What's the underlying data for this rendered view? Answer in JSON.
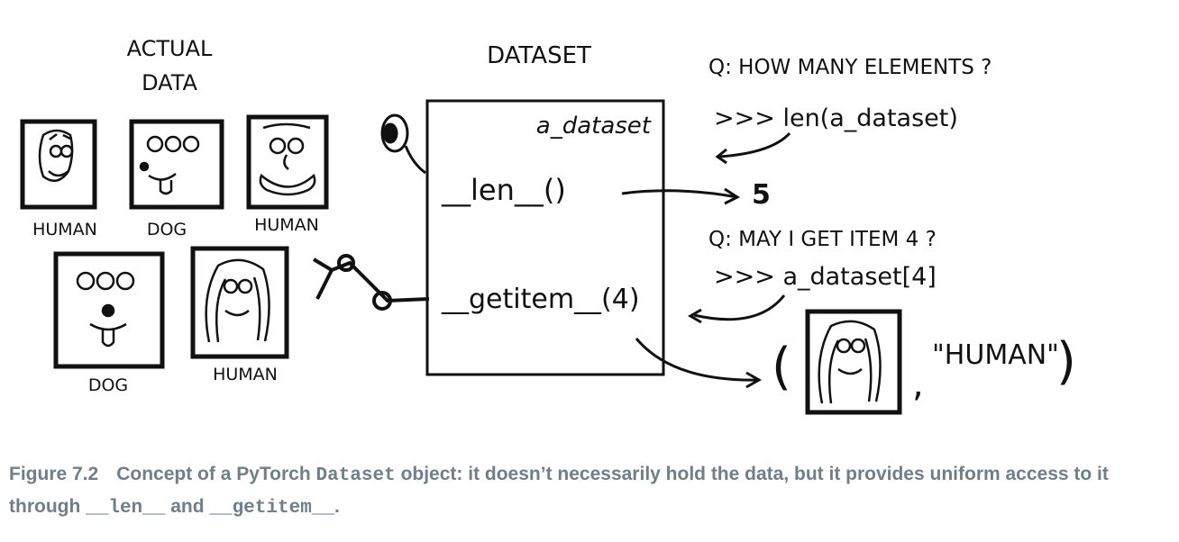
{
  "labels": {
    "actual_data_line1": "ACTUAL",
    "actual_data_line2": "DATA",
    "dataset_title": "DATASET",
    "dataset_instance": "a_dataset",
    "len_method": "__len__()",
    "getitem_method": "__getitem__(4)",
    "q1": "Q: HOW MANY ELEMENTS ?",
    "q1_code": ">>> len(a_dataset)",
    "q1_answer": "5",
    "q2": "Q: MAY I GET ITEM 4 ?",
    "q2_code": ">>> a_dataset[4]",
    "result_label": "\"HUMAN\"",
    "result_open": "(",
    "result_comma": ",",
    "result_close": ")"
  },
  "items": [
    {
      "label": "HUMAN",
      "kind": "human"
    },
    {
      "label": "DOG",
      "kind": "dog"
    },
    {
      "label": "HUMAN",
      "kind": "human"
    },
    {
      "label": "DOG",
      "kind": "dog"
    },
    {
      "label": "HUMAN",
      "kind": "human-long-hair"
    }
  ],
  "caption": {
    "figure": "Figure 7.2",
    "t1": "Concept of a PyTorch ",
    "c1": "Dataset",
    "t2": " object: it doesn’t necessarily hold the data, but it provides uniform access to it through ",
    "c2": "__len__",
    "t3": " and ",
    "c3": "__getitem__",
    "t4": "."
  }
}
